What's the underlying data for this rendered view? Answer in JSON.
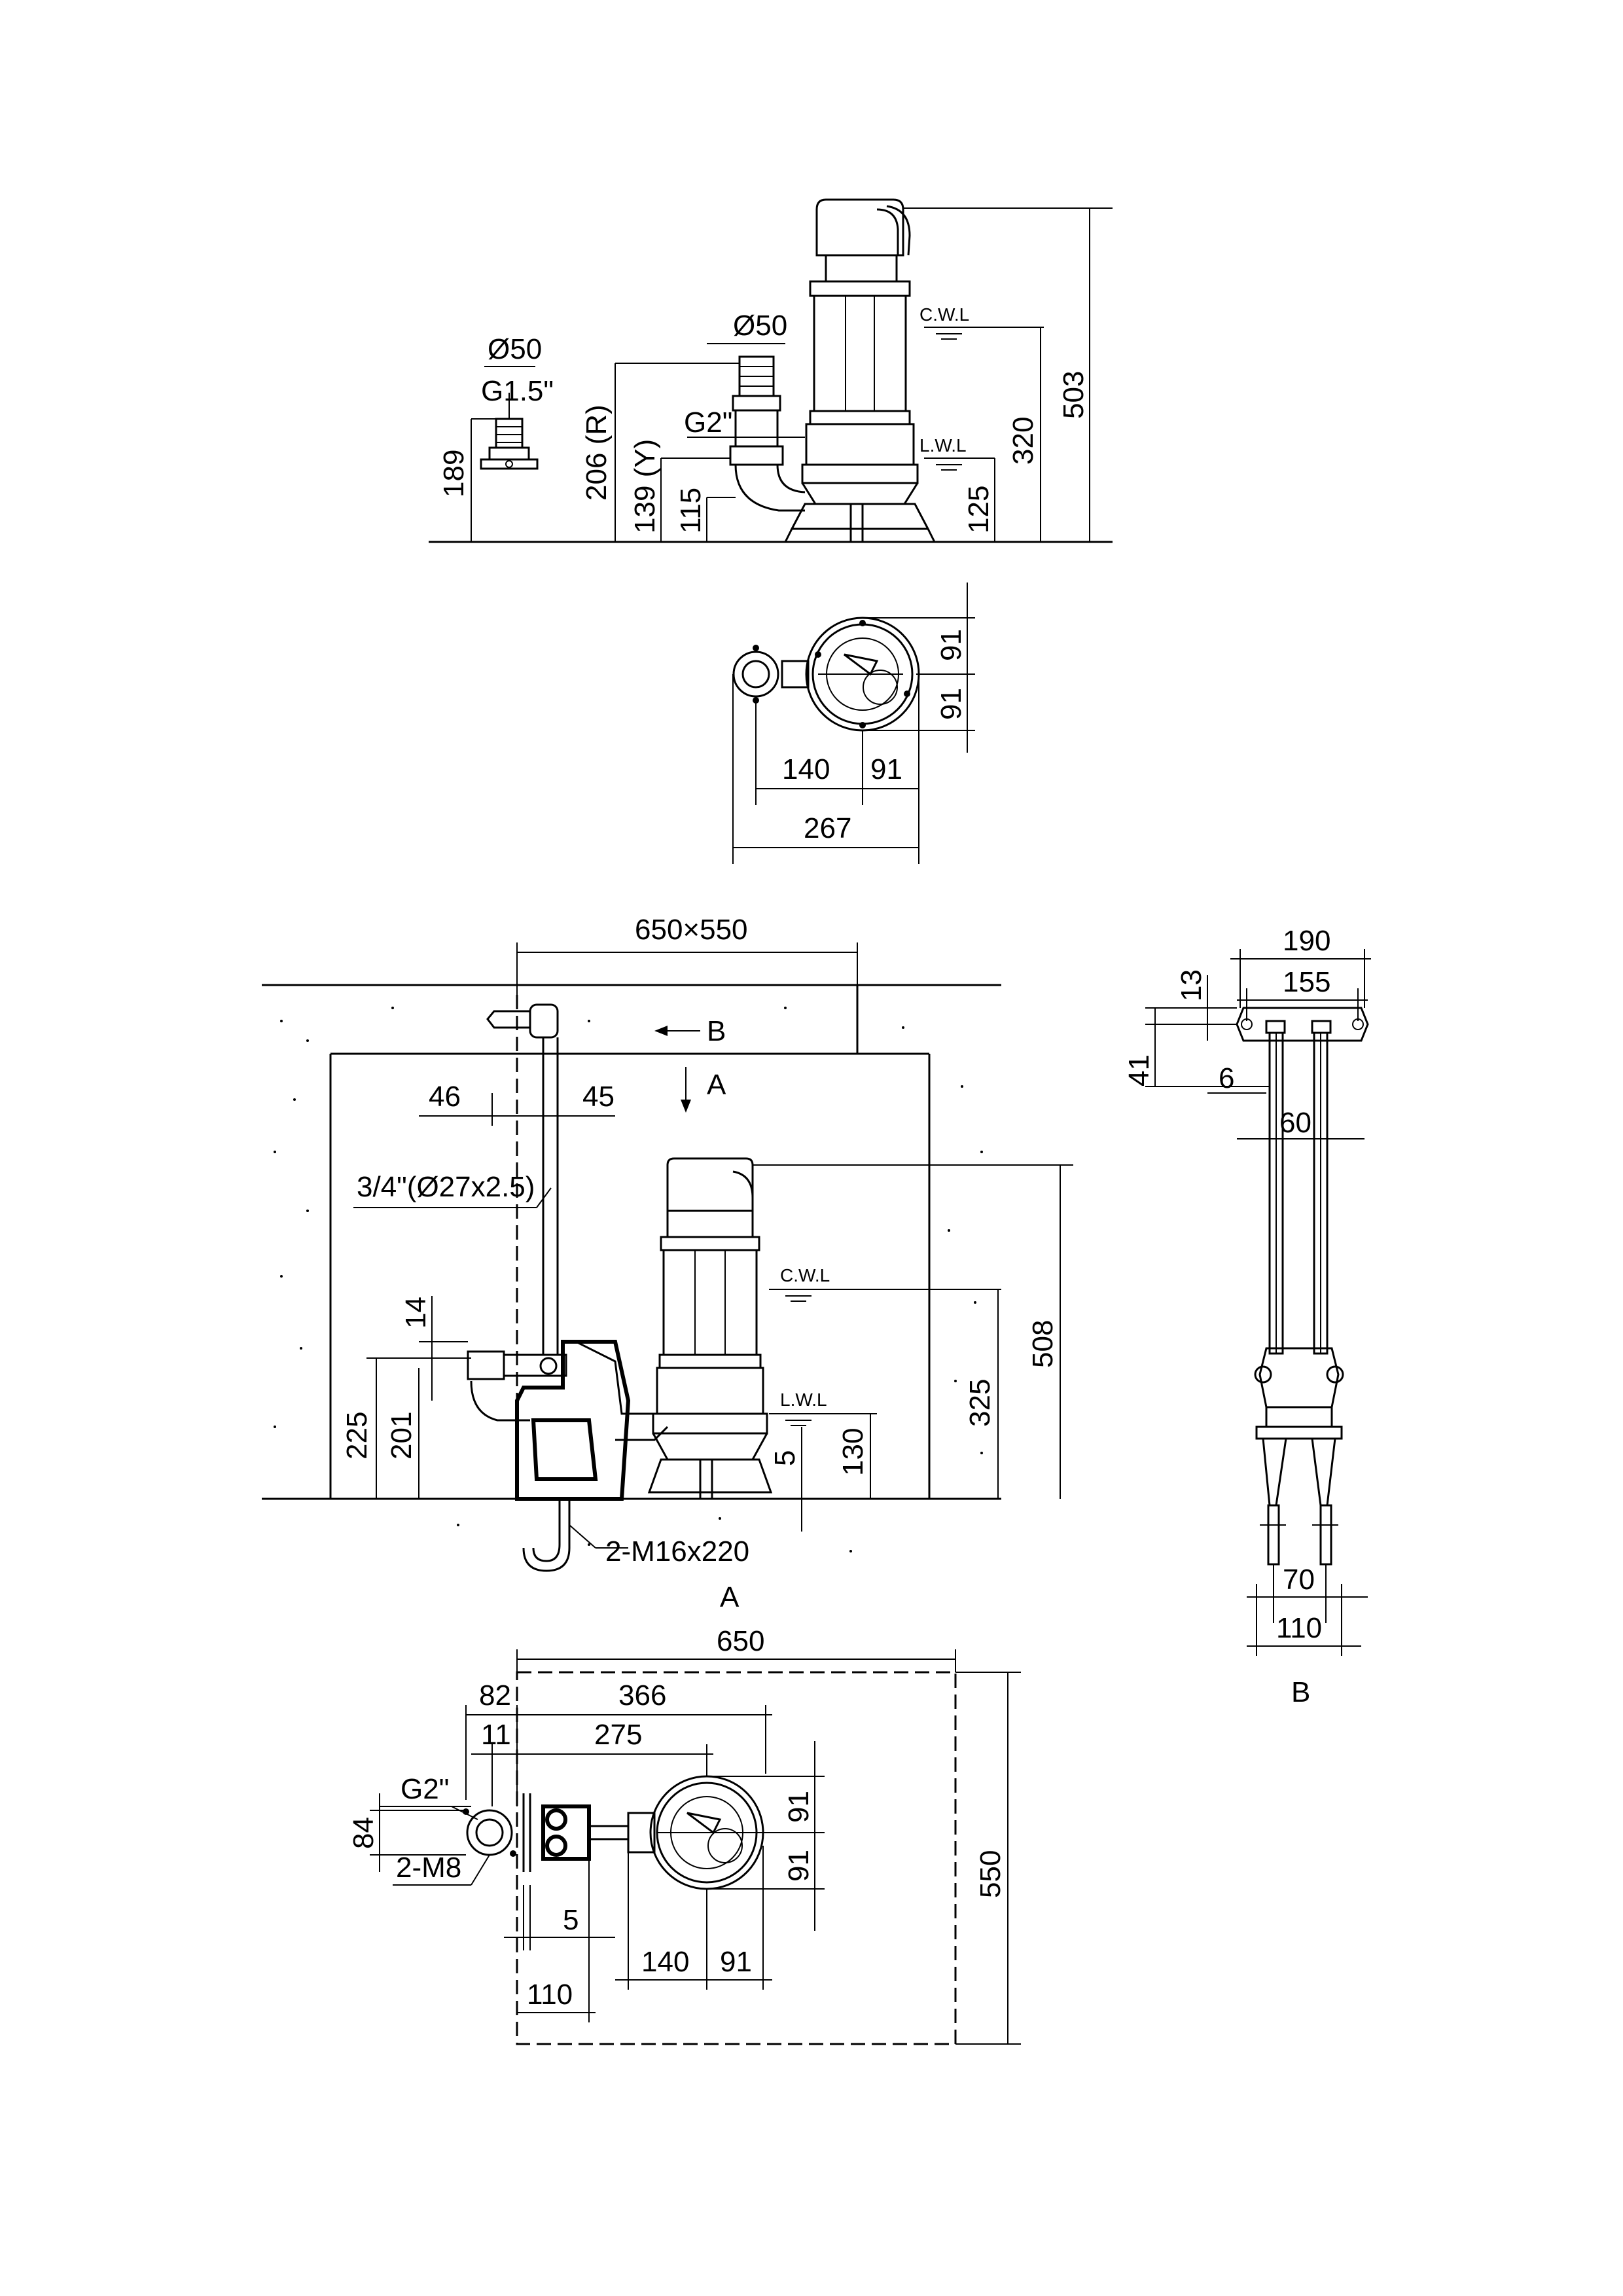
{
  "top_view": {
    "d50_left": "Ø50",
    "g15": "G1.5\"",
    "d50_main": "Ø50",
    "g2": "G2\"",
    "cwl": "C.W.L",
    "lwl": "L.W.L",
    "h189": "189",
    "h206": "206 (R)",
    "h139": "139 (Y)",
    "h115": "115",
    "h125": "125",
    "h320": "320",
    "h503": "503"
  },
  "plan_view": {
    "v91a": "91",
    "v91b": "91",
    "w140": "140",
    "w91": "91",
    "w267": "267"
  },
  "install_section": {
    "pit": "650×550",
    "arrowB": "B",
    "arrowA": "A",
    "d46": "46",
    "d45": "45",
    "pipe": "3/4\"(Ø27x2.5)",
    "d14": "14",
    "d225": "225",
    "d201": "201",
    "cwl": "C.W.L",
    "lwl": "L.W.L",
    "d5": "5",
    "d130": "130",
    "d325": "325",
    "d508": "508",
    "bolt": "2-M16x220",
    "viewA": "A"
  },
  "view_b": {
    "d190": "190",
    "d155": "155",
    "d13": "13",
    "d41": "41",
    "d6": "6",
    "d60": "60",
    "d70": "70",
    "d110": "110",
    "label": "B"
  },
  "pit_plan": {
    "d650": "650",
    "d82": "82",
    "d366": "366",
    "d11": "11",
    "d275": "275",
    "g2": "G2\"",
    "d84": "84",
    "m8": "2-M8",
    "d5": "5",
    "d110": "110",
    "d140": "140",
    "d91": "91",
    "v91a": "91",
    "v91b": "91",
    "d550": "550"
  }
}
